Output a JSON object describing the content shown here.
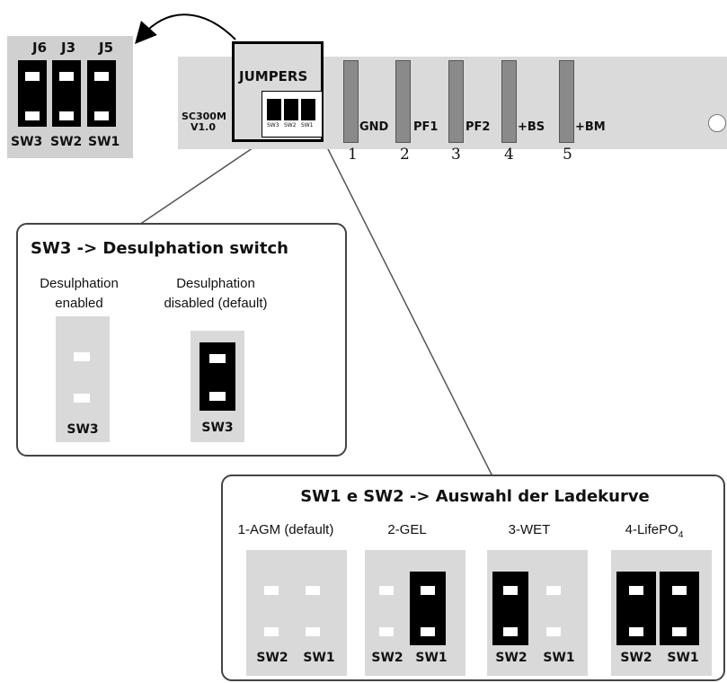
{
  "inset": {
    "headers": [
      "J6",
      "J3",
      "J5"
    ],
    "switches": [
      "SW3",
      "SW2",
      "SW1"
    ]
  },
  "board": {
    "model": "SC300M",
    "version": "V1.0",
    "jumpers_label": "JUMPERS",
    "small_switches": [
      "SW3",
      "SW2",
      "SW1"
    ],
    "terminals": [
      {
        "name": "GND",
        "number": "1"
      },
      {
        "name": "PF1",
        "number": "2"
      },
      {
        "name": "PF2",
        "number": "3"
      },
      {
        "name": "+BS",
        "number": "4"
      },
      {
        "name": "+BM",
        "number": "5"
      }
    ]
  },
  "desulphation_panel": {
    "title": "SW3 -> Desulphation switch",
    "options": [
      {
        "caption_line1": "Desulphation",
        "caption_line2": "enabled",
        "switch": "SW3",
        "jumper": false
      },
      {
        "caption_line1": "Desulphation",
        "caption_line2": "disabled (default)",
        "switch": "SW3",
        "jumper": true
      }
    ]
  },
  "charge_panel": {
    "title": "SW1 e SW2 -> Auswahl der Ladekurve",
    "options": [
      {
        "caption": "1-AGM (default)",
        "sw2_jumper": false,
        "sw1_jumper": false
      },
      {
        "caption": "2-GEL",
        "sw2_jumper": false,
        "sw1_jumper": true
      },
      {
        "caption": "3-WET",
        "sw2_jumper": true,
        "sw1_jumper": false
      },
      {
        "caption": "4-LifePO",
        "caption_sub": "4",
        "sw2_jumper": true,
        "sw1_jumper": true
      }
    ],
    "switch_labels": [
      "SW2",
      "SW1"
    ]
  }
}
